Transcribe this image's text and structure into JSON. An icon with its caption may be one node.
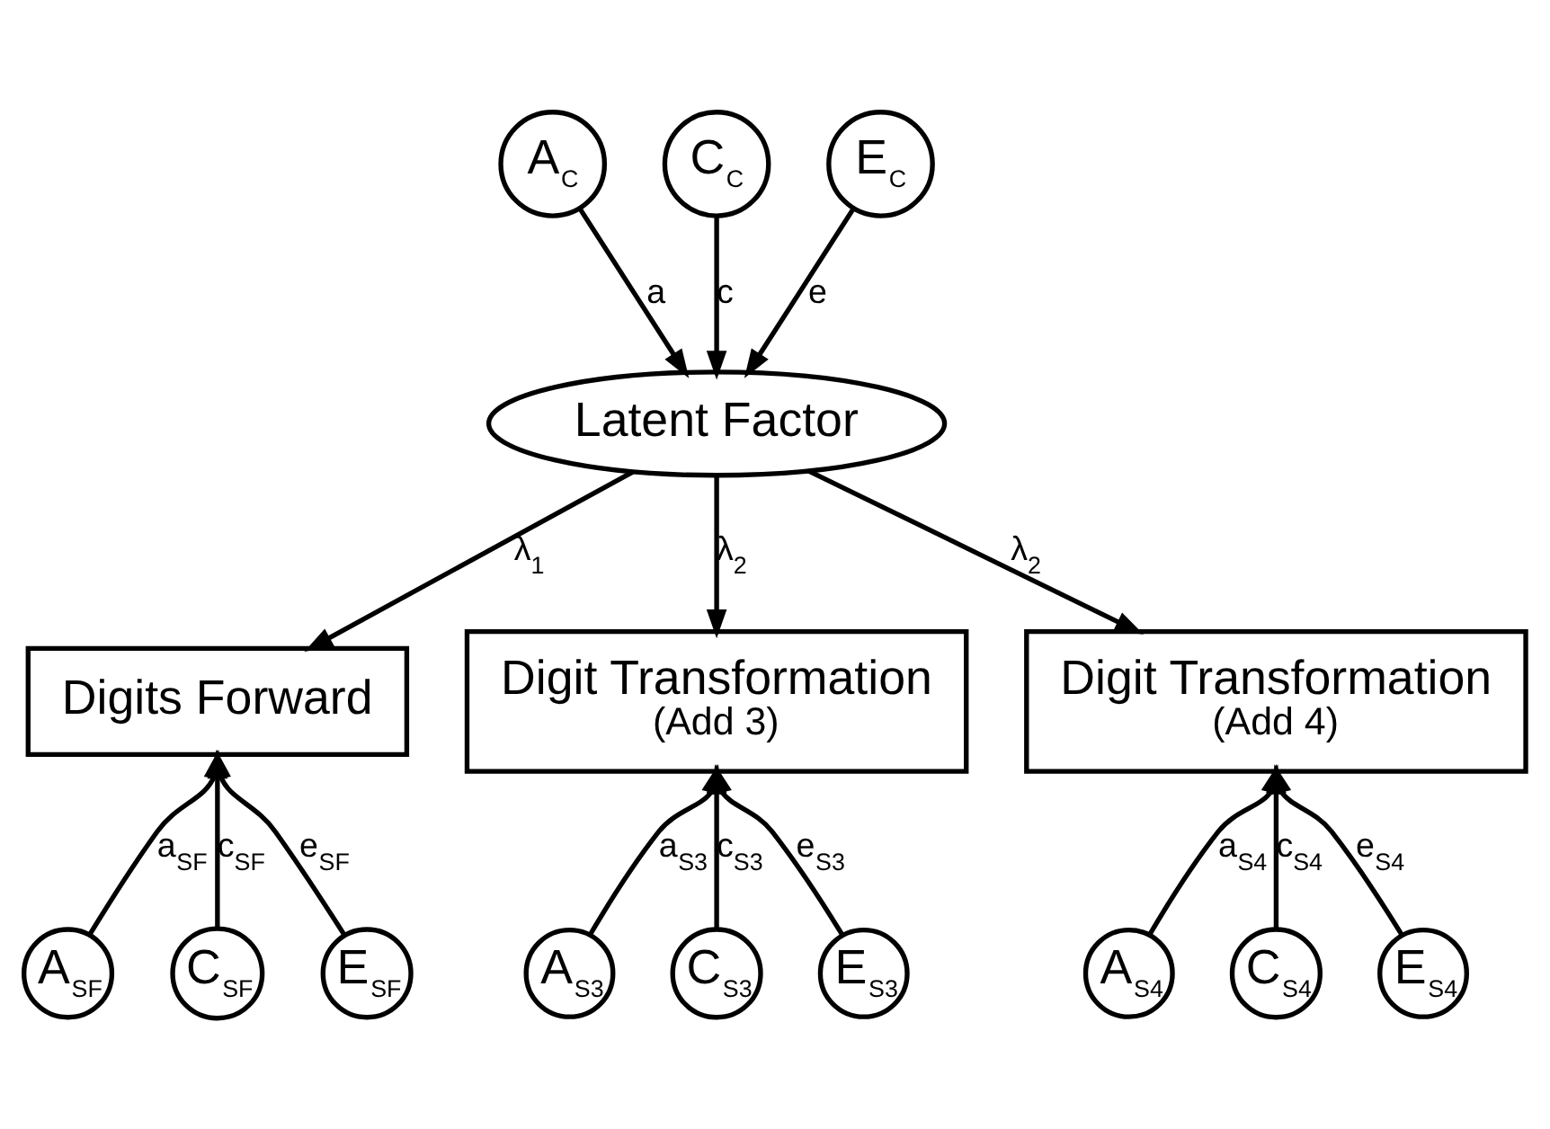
{
  "diagram": {
    "nodes": [
      {
        "text": [
          "A$_{C}$"
        ]
      },
      {
        "text": [
          "C$_{C}$"
        ]
      },
      {
        "text": [
          "E$_{C}$"
        ]
      },
      {
        "text": [
          "Latent Factor"
        ]
      },
      {
        "text": [
          "Digits Forward"
        ]
      },
      {
        "text": [
          "Digit Transformation",
          "(Add 3)"
        ]
      },
      {
        "text": [
          "Digit Transformation",
          "(Add 4)"
        ]
      },
      {
        "text": [
          "A$_{SF}$"
        ]
      },
      {
        "text": [
          "C$_{SF}$"
        ]
      },
      {
        "text": [
          "E$_{SF}$"
        ]
      },
      {
        "text": [
          "A$_{S3}$"
        ]
      },
      {
        "text": [
          "C$_{S3}$"
        ]
      },
      {
        "text": [
          "E$_{S3}$"
        ]
      },
      {
        "text": [
          "A$_{S4}$"
        ]
      },
      {
        "text": [
          "C$_{S4}$"
        ]
      },
      {
        "text": [
          "E$_{S4}$"
        ]
      }
    ],
    "edges": [
      {
        "from": 0,
        "to": 3,
        "arrow": "to",
        "label": "a"
      },
      {
        "from": 1,
        "to": 3,
        "arrow": "to",
        "label": "c"
      },
      {
        "from": 2,
        "to": 3,
        "arrow": "to",
        "label": "e"
      },
      {
        "from": 3,
        "to": 4,
        "arrow": "to",
        "label": "λ$_{1}$"
      },
      {
        "from": 3,
        "to": 5,
        "arrow": "to",
        "label": "λ$_{2}$"
      },
      {
        "from": 3,
        "to": 6,
        "arrow": "to",
        "label": "λ$_{2}$"
      },
      {
        "from": 7,
        "to": 4,
        "arrow": "to",
        "label": "a$_{SF}$"
      },
      {
        "from": 8,
        "to": 4,
        "arrow": "to",
        "label": "c$_{SF}$"
      },
      {
        "from": 9,
        "to": 4,
        "arrow": "to",
        "label": "e$_{SF}$"
      },
      {
        "from": 10,
        "to": 5,
        "arrow": "to",
        "label": "a$_{S3}$"
      },
      {
        "from": 11,
        "to": 5,
        "arrow": "to",
        "label": "c$_{S3}$"
      },
      {
        "from": 12,
        "to": 5,
        "arrow": "to",
        "label": "e$_{S3}$"
      },
      {
        "from": 13,
        "to": 6,
        "arrow": "to",
        "label": "a$_{S4}$"
      },
      {
        "from": 14,
        "to": 6,
        "arrow": "to",
        "label": "c$_{S4}$"
      },
      {
        "from": 15,
        "to": 6,
        "arrow": "to",
        "label": "e$_{S4}$"
      }
    ]
  }
}
